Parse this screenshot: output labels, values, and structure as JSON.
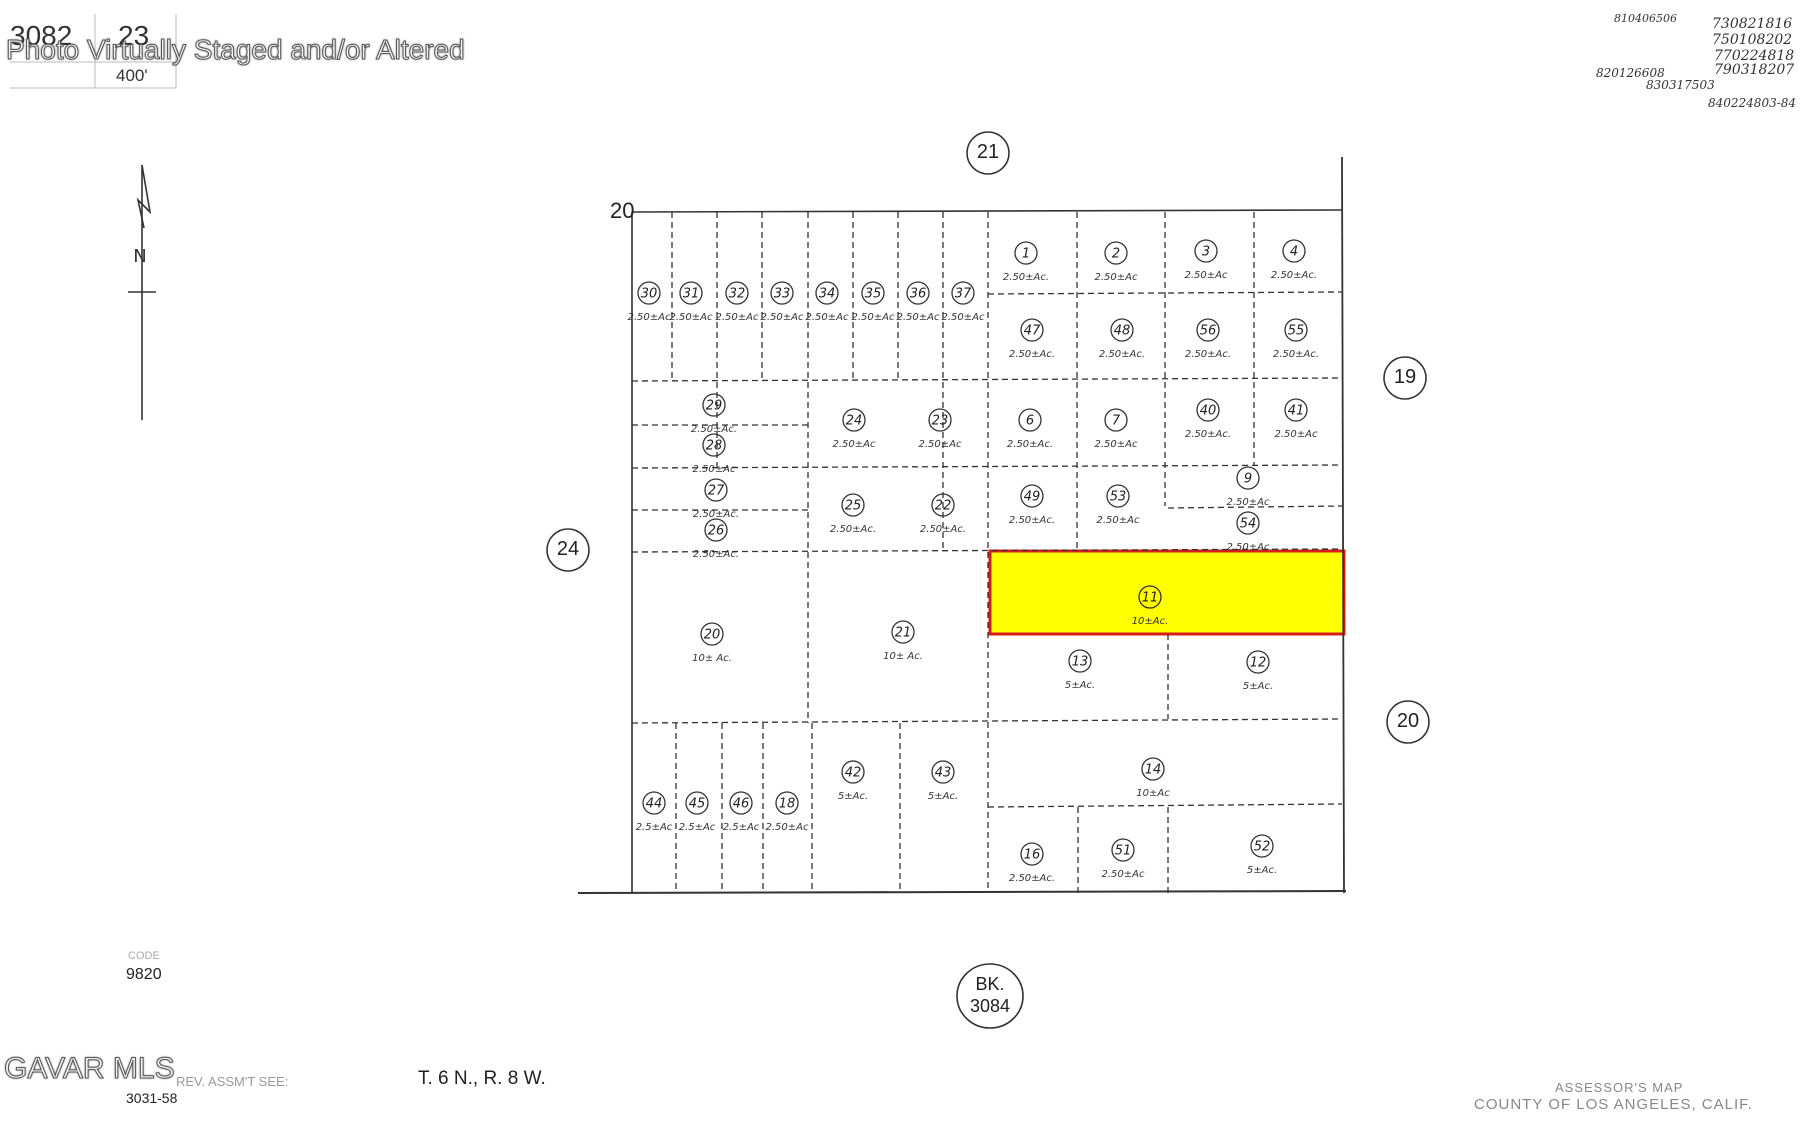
{
  "watermark": {
    "top_text": "Photo Virtually Staged and/or Altered",
    "bottom_text": "GAVAR MLS"
  },
  "header": {
    "map_number": "3082",
    "page_number": "23",
    "scale": "400'"
  },
  "top_right_codes": [
    "810406506",
    "730821816",
    "750108202",
    "770224818",
    "790318207",
    "820126608",
    "830317503",
    "840224803-84"
  ],
  "north_arrow_label": "N",
  "adjacent_sections": {
    "north": "21",
    "east_upper": "19",
    "east_lower": "20",
    "west": "24",
    "corner_nw": "20"
  },
  "book_reference": {
    "line1": "BK.",
    "line2": "3084"
  },
  "code": {
    "label": "CODE",
    "value": "9820"
  },
  "rev_assmt": {
    "label": "REV. ASSM'T SEE:",
    "value": "3031-58"
  },
  "township": "T. 6 N., R. 8 W.",
  "footer": {
    "line1": "ASSESSOR'S MAP",
    "line2": "COUNTY OF LOS ANGELES, CALIF."
  },
  "highlight": {
    "parcel": "11",
    "fill": "#ffff00",
    "border": "#d81b1b"
  },
  "parcels": [
    {
      "n": "30",
      "a": "2.50±Ac"
    },
    {
      "n": "31",
      "a": "2.50±Ac"
    },
    {
      "n": "32",
      "a": "2.50±Ac"
    },
    {
      "n": "33",
      "a": "2.50±Ac"
    },
    {
      "n": "34",
      "a": "2.50±Ac"
    },
    {
      "n": "35",
      "a": "2.50±Ac"
    },
    {
      "n": "36",
      "a": "2.50±Ac"
    },
    {
      "n": "37",
      "a": "2.50±Ac"
    },
    {
      "n": "1",
      "a": "2.50±Ac."
    },
    {
      "n": "2",
      "a": "2.50±Ac"
    },
    {
      "n": "3",
      "a": "2.50±Ac"
    },
    {
      "n": "4",
      "a": "2.50±Ac."
    },
    {
      "n": "47",
      "a": "2.50±Ac."
    },
    {
      "n": "48",
      "a": "2.50±Ac."
    },
    {
      "n": "56",
      "a": "2.50±Ac."
    },
    {
      "n": "55",
      "a": "2.50±Ac."
    },
    {
      "n": "29",
      "a": "2.50±Ac."
    },
    {
      "n": "28",
      "a": "2.50±Ac"
    },
    {
      "n": "24",
      "a": "2.50±Ac"
    },
    {
      "n": "23",
      "a": "2.50±Ac"
    },
    {
      "n": "6",
      "a": "2.50±Ac."
    },
    {
      "n": "7",
      "a": "2.50±Ac"
    },
    {
      "n": "40",
      "a": "2.50±Ac."
    },
    {
      "n": "41",
      "a": "2.50±Ac"
    },
    {
      "n": "27",
      "a": "2.50±Ac."
    },
    {
      "n": "26",
      "a": "2.50±Ac."
    },
    {
      "n": "25",
      "a": "2.50±Ac."
    },
    {
      "n": "22",
      "a": "2.50±Ac."
    },
    {
      "n": "49",
      "a": "2.50±Ac."
    },
    {
      "n": "53",
      "a": "2.50±Ac"
    },
    {
      "n": "9",
      "a": "2.50±Ac"
    },
    {
      "n": "54",
      "a": "2.50±Ac"
    },
    {
      "n": "11",
      "a": "10±Ac."
    },
    {
      "n": "20",
      "a": "10± Ac."
    },
    {
      "n": "21",
      "a": "10± Ac."
    },
    {
      "n": "13",
      "a": "5±Ac."
    },
    {
      "n": "12",
      "a": "5±Ac."
    },
    {
      "n": "14",
      "a": "10±Ac"
    },
    {
      "n": "44",
      "a": "2.5±Ac"
    },
    {
      "n": "45",
      "a": "2.5±Ac"
    },
    {
      "n": "46",
      "a": "2.5±Ac"
    },
    {
      "n": "18",
      "a": "2.50±Ac"
    },
    {
      "n": "42",
      "a": "5±Ac."
    },
    {
      "n": "43",
      "a": "5±Ac."
    },
    {
      "n": "16",
      "a": "2.50±Ac."
    },
    {
      "n": "51",
      "a": "2.50±Ac"
    },
    {
      "n": "52",
      "a": "5±Ac."
    }
  ]
}
